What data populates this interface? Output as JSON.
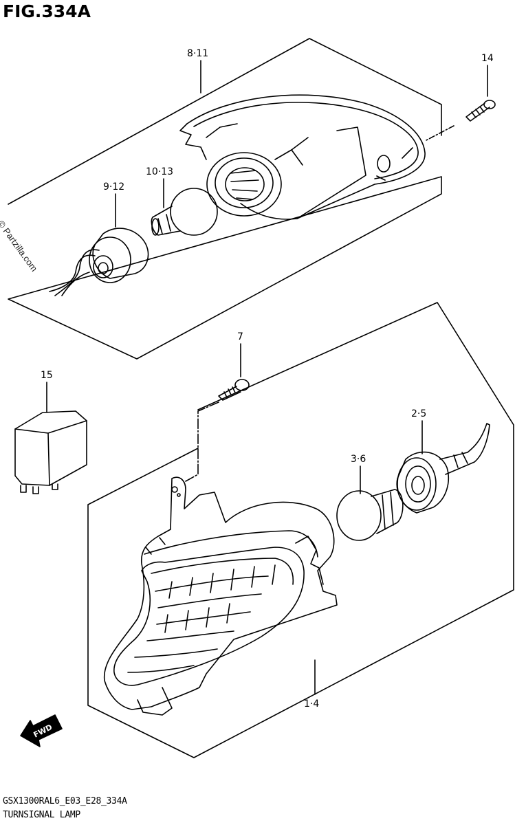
{
  "figure": {
    "title": "FIG.334A",
    "code": "GSX1300RAL6_E03_E28_334A",
    "name": "TURNSIGNAL LAMP",
    "watermark": "© Partzilla.com",
    "direction_marker": "FWD"
  },
  "callouts": [
    {
      "id": "c-8-11",
      "label": "8·11"
    },
    {
      "id": "c-14",
      "label": "14"
    },
    {
      "id": "c-9-12",
      "label": "9·12"
    },
    {
      "id": "c-10-13",
      "label": "10·13"
    },
    {
      "id": "c-7",
      "label": "7"
    },
    {
      "id": "c-15",
      "label": "15"
    },
    {
      "id": "c-2-5",
      "label": "2·5"
    },
    {
      "id": "c-3-6",
      "label": "3·6"
    },
    {
      "id": "c-1-4",
      "label": "1·4"
    }
  ]
}
